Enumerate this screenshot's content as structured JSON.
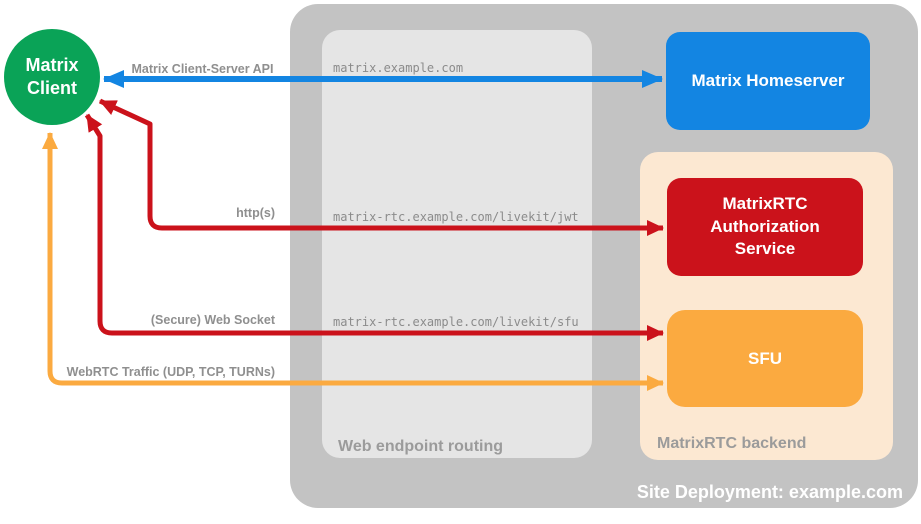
{
  "diagram_title": "Site Deployment: example.com",
  "colors": {
    "client_green": "#0aa357",
    "homeserver_blue": "#1385e2",
    "auth_red": "#cb121b",
    "sfu_orange": "#fbaa40",
    "backend_peach": "#fce8d2",
    "outer_gray": "#c3c3c3",
    "routing_gray": "#e5e5e5",
    "label_gray": "#8f8f8f"
  },
  "client": {
    "label": "Matrix Client"
  },
  "homeserver": {
    "label": "Matrix Homeserver"
  },
  "backend": {
    "label": "MatrixRTC backend",
    "auth": {
      "label": "MatrixRTC Authorization Service"
    },
    "sfu": {
      "label": "SFU"
    }
  },
  "routing": {
    "label": "Web endpoint routing",
    "routes": [
      "matrix.example.com",
      "matrix-rtc.example.com/livekit/jwt",
      "matrix-rtc.example.com/livekit/sfu"
    ]
  },
  "deployment": {
    "label": "Site Deployment: example.com"
  },
  "edges": {
    "client_server_api": "Matrix Client-Server API",
    "https": "http(s)",
    "websocket": "(Secure) Web Socket",
    "webrtc": "WebRTC Traffic (UDP, TCP, TURNs)"
  }
}
